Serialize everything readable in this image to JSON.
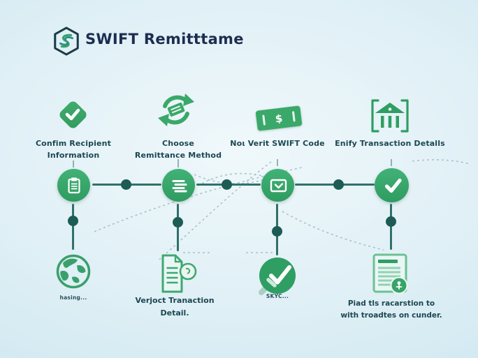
{
  "header": {
    "logo_icon": "hexagon-s-logo-icon",
    "title": "SWIFT Remitttame"
  },
  "steps": [
    {
      "icon": "diamond-check-icon",
      "label": "Confim Recipient Information"
    },
    {
      "icon": "exchange-arrows-icon",
      "label": "Choose\nRemittance Method"
    },
    {
      "icon": "banknote-icon",
      "label": "Noι Verit SWIFT Code",
      "banknote_symbol": "$"
    },
    {
      "icon": "bank-icon",
      "label": "Enify Transaction Detalls"
    }
  ],
  "flow": {
    "nodes": [
      {
        "icon": "clipboard-lines-icon"
      },
      {
        "icon": "list-lines-icon"
      },
      {
        "icon": "envelope-check-icon"
      },
      {
        "icon": "checkmark-icon"
      }
    ]
  },
  "bottom_items": [
    {
      "icon": "globe-icon",
      "caption": "hasing..."
    },
    {
      "icon": "document-search-icon",
      "caption": "Verjoct Tranaction\nDetail."
    },
    {
      "icon": "check-verify-icon",
      "caption": "SKYC..."
    },
    {
      "icon": "document-badge-icon",
      "caption": "Piad tls racarstion to\nwith troadtes on cunder."
    }
  ],
  "colors": {
    "accent_green": "#3aa869",
    "deep_green": "#2f9e62",
    "line_teal": "#2f7169",
    "dot_teal": "#1d5b55",
    "title_navy": "#1d2d50",
    "label_teal": "#1c4752",
    "background": "#d8edf4"
  }
}
